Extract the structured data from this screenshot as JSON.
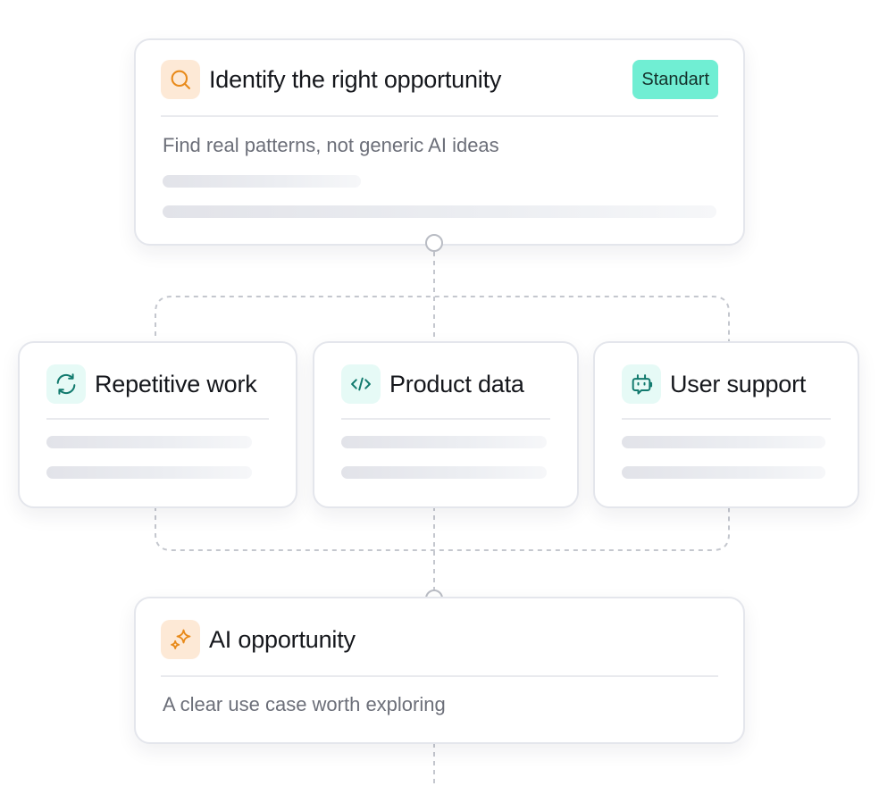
{
  "top_card": {
    "title": "Identify the right opportunity",
    "badge": "Standart",
    "subtitle": "Find real patterns, not generic AI ideas",
    "icon": "search-icon"
  },
  "categories": [
    {
      "title": "Repetitive work",
      "icon": "refresh-icon"
    },
    {
      "title": "Product data",
      "icon": "code-icon"
    },
    {
      "title": "User support",
      "icon": "bot-icon"
    }
  ],
  "bottom_card": {
    "title": "AI opportunity",
    "subtitle": "A clear use case worth exploring",
    "icon": "sparkle-icon"
  },
  "colors": {
    "accent_orange": "#e88a1a",
    "accent_teal": "#127a6e",
    "badge_bg": "#70eed3"
  }
}
